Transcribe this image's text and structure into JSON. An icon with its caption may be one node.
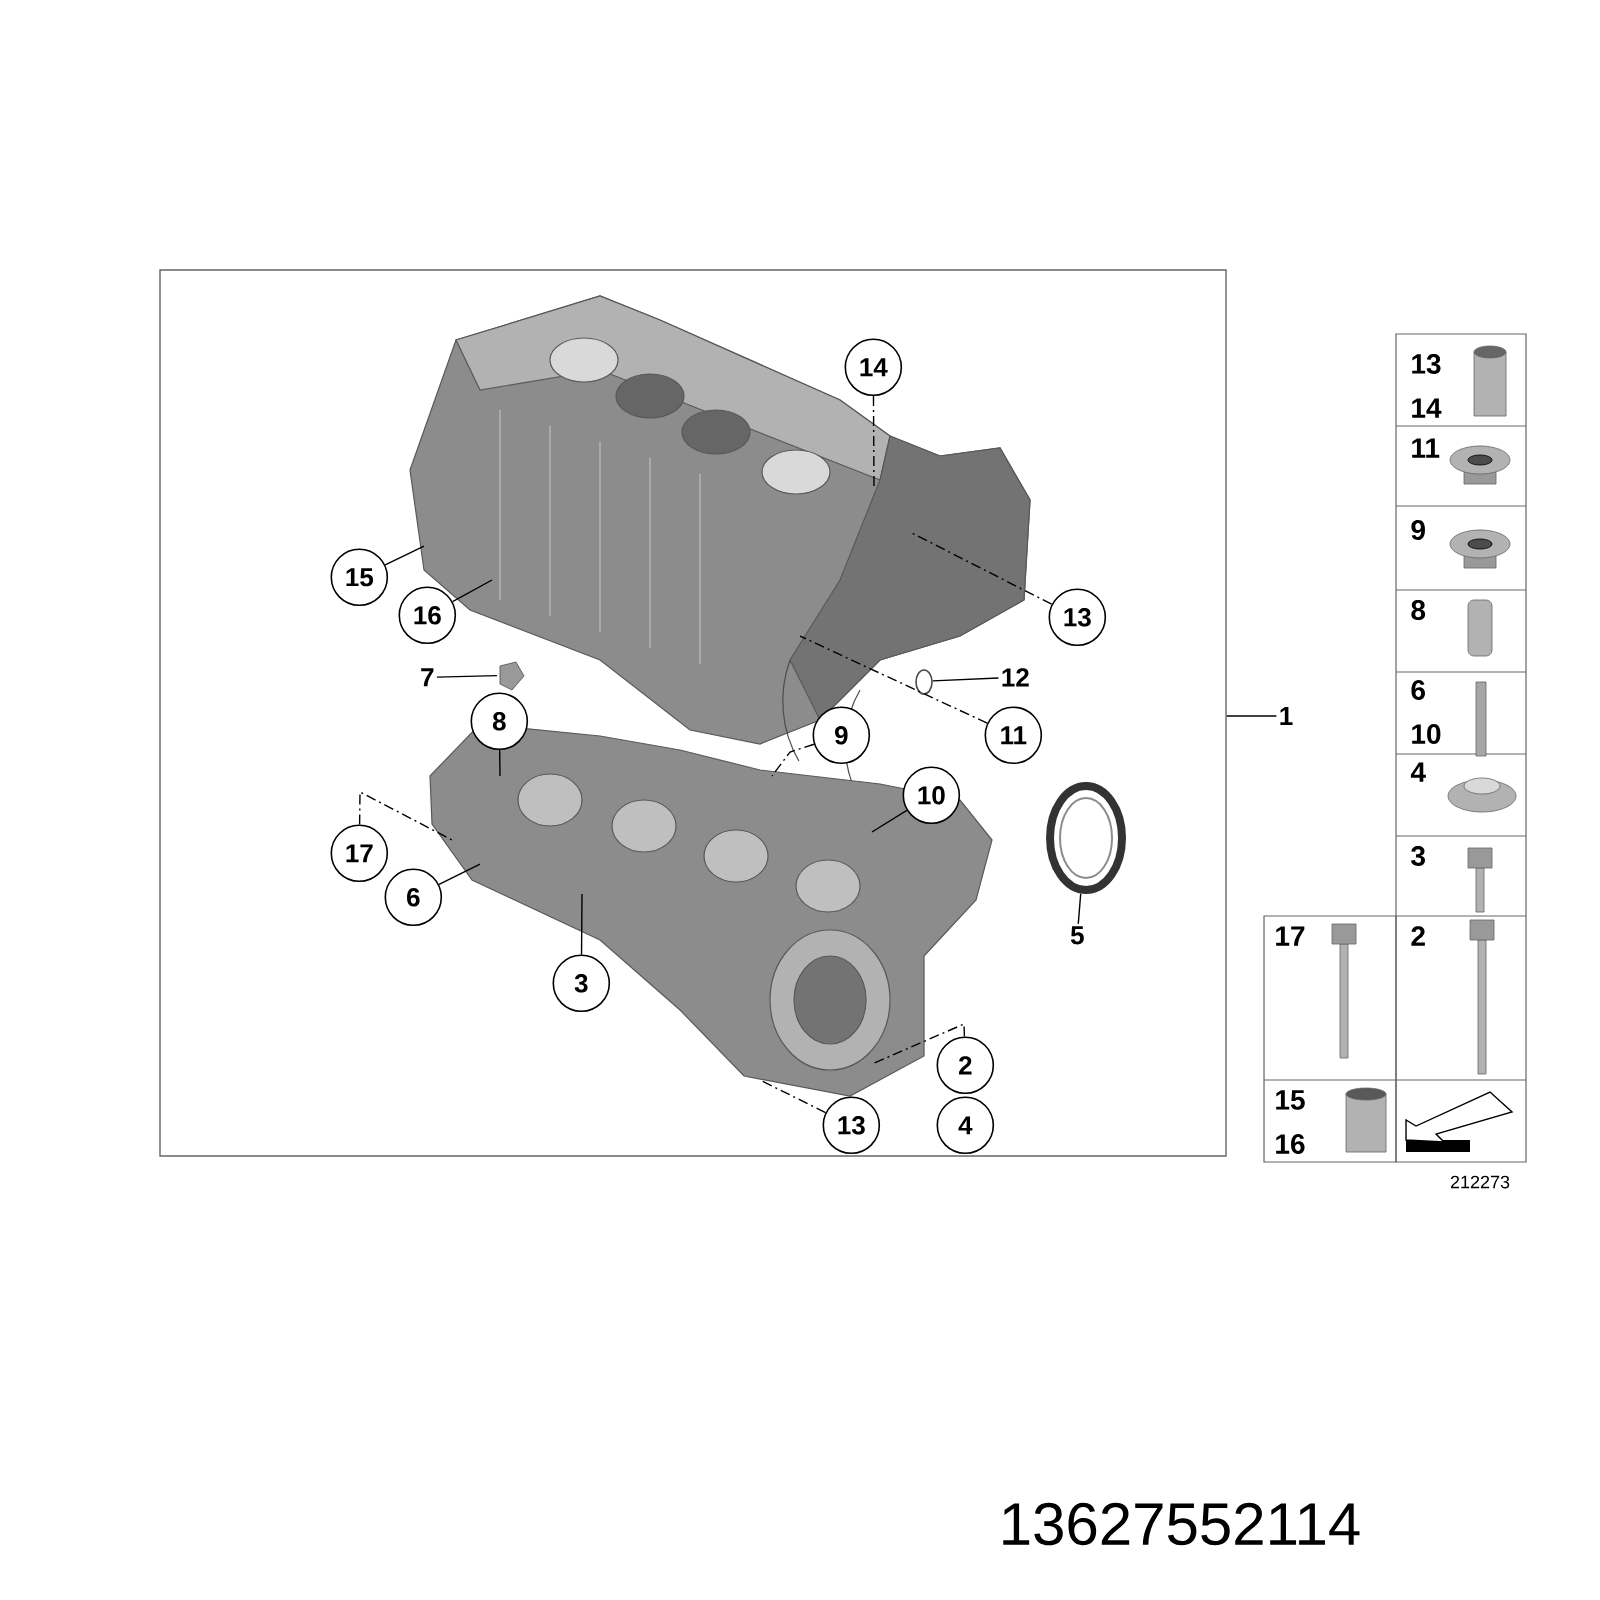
{
  "diagram": {
    "nodes": [
      {
        "text": [],
        "shape": "box"
      },
      {
        "text": [
          "14"
        ],
        "in": 0
      },
      {
        "text": [
          "15"
        ],
        "in": 0
      },
      {
        "text": [
          "16"
        ],
        "in": 0
      },
      {
        "text": [
          "13"
        ],
        "in": 0
      },
      {
        "text": [
          "7"
        ],
        "in": 0
      },
      {
        "text": [
          "12"
        ],
        "in": 0
      },
      {
        "text": [
          "11"
        ],
        "in": 0
      },
      {
        "text": [
          "8"
        ],
        "in": 0
      },
      {
        "text": [
          "9"
        ],
        "in": 0
      },
      {
        "text": [
          "10"
        ],
        "in": 0
      },
      {
        "text": [
          "5"
        ],
        "in": 0
      },
      {
        "text": [
          "17"
        ],
        "in": 0
      },
      {
        "text": [
          "6"
        ],
        "in": 0
      },
      {
        "text": [
          "3"
        ],
        "in": 0
      },
      {
        "text": [
          "2"
        ],
        "in": 0
      },
      {
        "text": [
          "13"
        ],
        "in": 0
      },
      {
        "text": [
          "4"
        ],
        "in": 0
      },
      {
        "text": [
          "1"
        ]
      },
      {
        "text": [],
        "shape": "picture",
        "in": 0
      },
      {
        "text": [],
        "shape": "circle",
        "in": 0
      },
      {
        "text": [],
        "shape": "picture",
        "in": 0
      }
    ],
    "edges": [
      {
        "from": 1,
        "to": null,
        "arrow": "none",
        "style": "dashed"
      },
      {
        "from": 2,
        "to": null,
        "arrow": "none"
      },
      {
        "from": 3,
        "to": null,
        "arrow": "none"
      },
      {
        "from": 4,
        "to": null,
        "arrow": "none",
        "style": "dashed"
      },
      {
        "from": 5,
        "to": 19,
        "arrow": "none"
      },
      {
        "from": 6,
        "to": 20,
        "arrow": "none"
      },
      {
        "from": 7,
        "to": null,
        "arrow": "none",
        "style": "dashed"
      },
      {
        "from": 8,
        "to": null,
        "arrow": "none"
      },
      {
        "from": 9,
        "to": null,
        "arrow": "none",
        "style": "dashed"
      },
      {
        "from": 10,
        "to": null,
        "arrow": "none"
      },
      {
        "from": 11,
        "to": 21,
        "arrow": "none"
      },
      {
        "from": 12,
        "to": null,
        "arrow": "none",
        "style": "dashed"
      },
      {
        "from": 13,
        "to": null,
        "arrow": "none"
      },
      {
        "from": 14,
        "to": null,
        "arrow": "none"
      },
      {
        "from": 15,
        "to": null,
        "arrow": "none",
        "style": "dashed"
      },
      {
        "from": 16,
        "to": null,
        "arrow": "none",
        "style": "dashed"
      },
      {
        "from": 18,
        "to": 0,
        "arrow": "none"
      }
    ],
    "labels": [
      "13",
      "14",
      "11",
      "9",
      "8",
      "6",
      "10",
      "4",
      "3",
      "17",
      "2",
      "15",
      "16",
      "212273",
      "13627552114"
    ]
  }
}
